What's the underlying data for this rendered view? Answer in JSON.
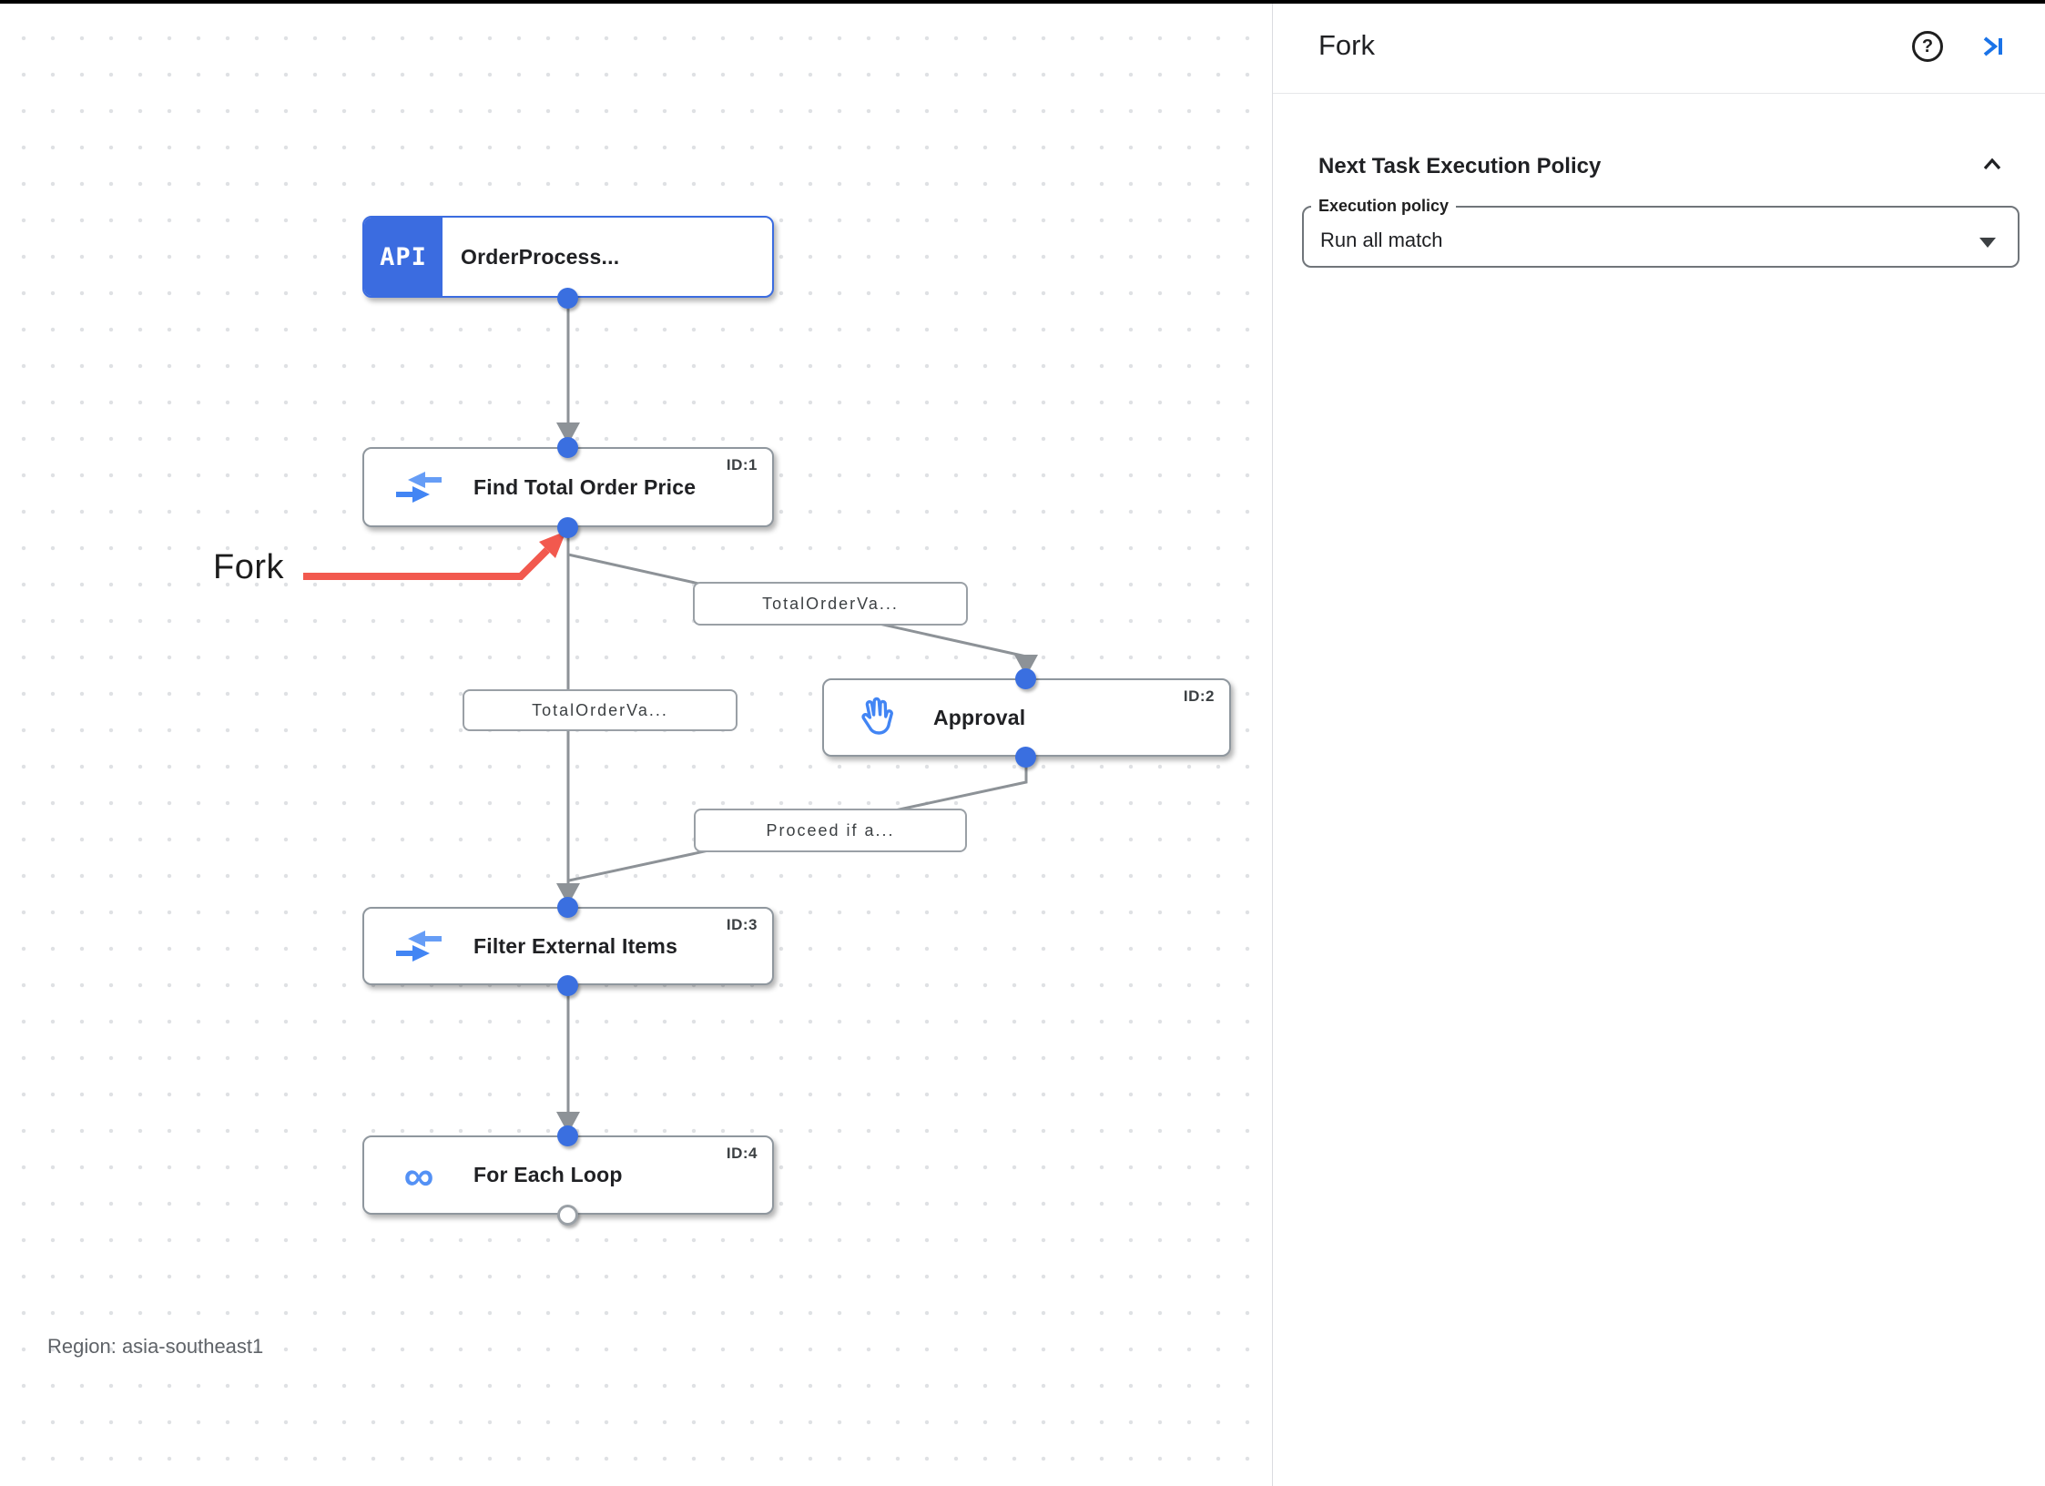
{
  "canvas": {
    "region_label": "Region: asia-southeast1",
    "annotation": {
      "label": "Fork"
    },
    "trigger_node": {
      "badge": "API",
      "title": "OrderProcess..."
    },
    "task_nodes": [
      {
        "id_label": "ID:1",
        "title": "Find Total Order Price",
        "icon": "data-mapping-icon"
      },
      {
        "id_label": "ID:2",
        "title": "Approval",
        "icon": "approval-hand-icon"
      },
      {
        "id_label": "ID:3",
        "title": "Filter External Items",
        "icon": "data-mapping-icon"
      },
      {
        "id_label": "ID:4",
        "title": "For Each Loop",
        "icon": "for-each-loop-icon"
      }
    ],
    "edge_labels": [
      {
        "text": "TotalOrderVa..."
      },
      {
        "text": "TotalOrderVa..."
      },
      {
        "text": "Proceed if a..."
      }
    ],
    "for_each_icon_glyph": "∞",
    "colors": {
      "trigger_blue": "#3b6ce0",
      "port_blue": "#3a6fe0",
      "icon_blue": "#4285f4",
      "edge_gray": "#8d9297",
      "annotation_red": "#f2594e",
      "link_blue": "#1a73e8"
    }
  },
  "panel": {
    "title": "Fork",
    "help_icon_glyph": "?",
    "sections": [
      {
        "title": "Next Task Execution Policy",
        "fields": [
          {
            "label": "Execution policy",
            "value": "Run all match"
          }
        ]
      }
    ]
  }
}
